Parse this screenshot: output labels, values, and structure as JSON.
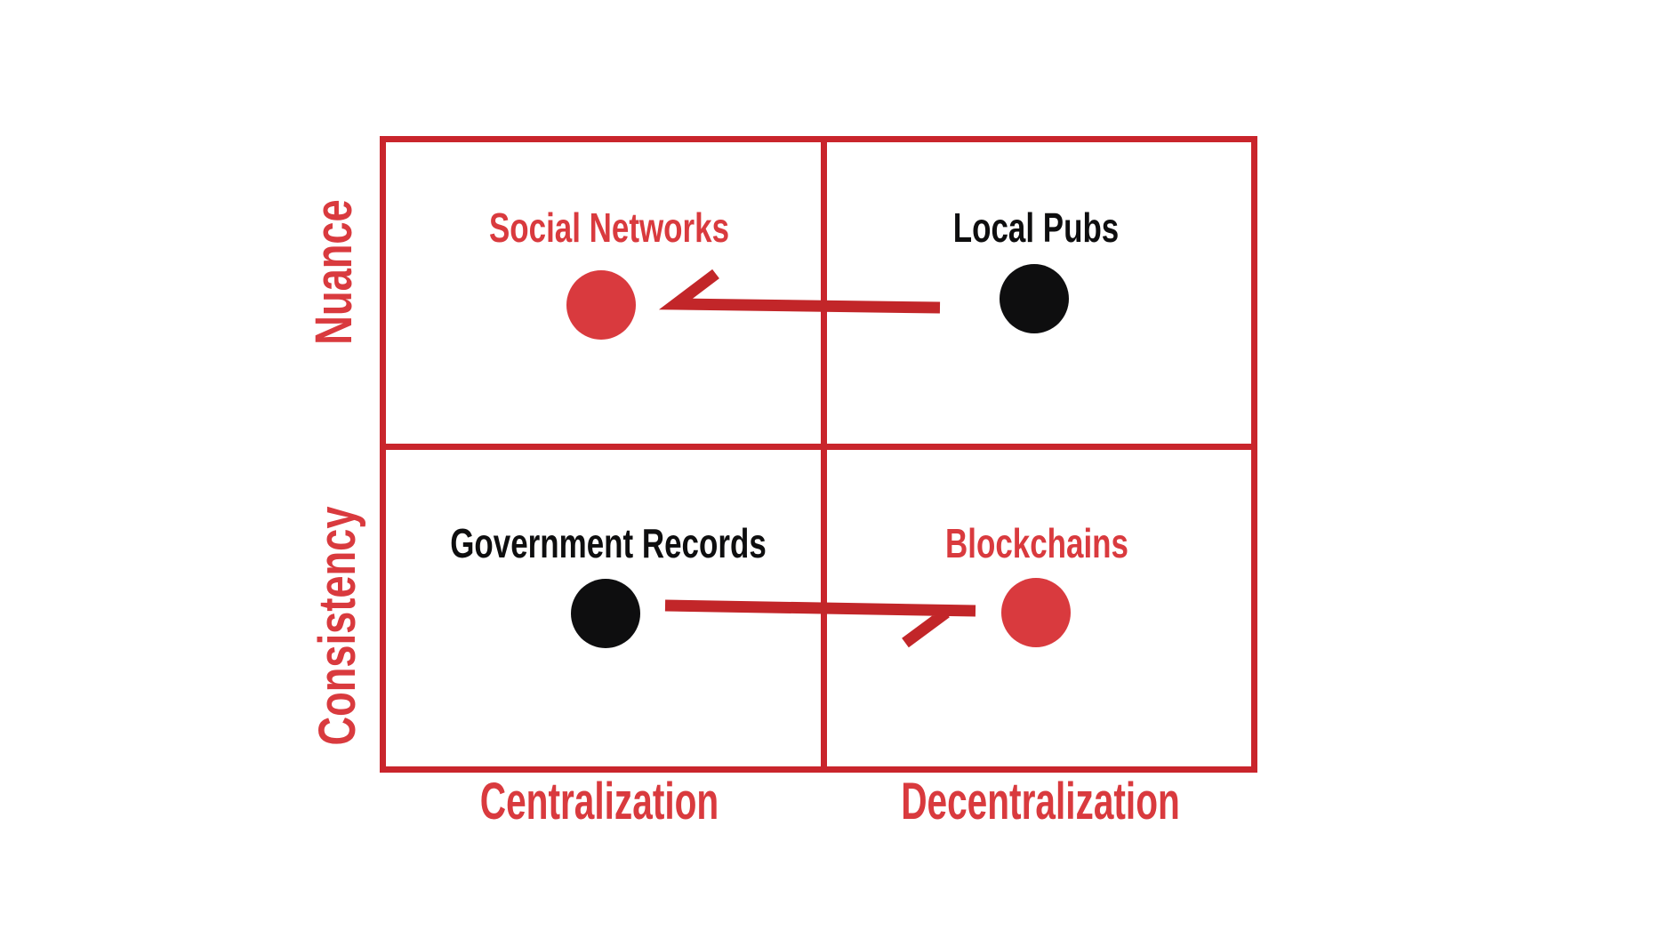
{
  "diagram_type": "2x2 quadrant matrix",
  "axes": {
    "y_top_label": "Nuance",
    "y_bottom_label": "Consistency",
    "x_left_label": "Centralization",
    "x_right_label": "Decentralization"
  },
  "quadrants": [
    {
      "name": "top-left",
      "row": "Nuance",
      "column": "Centralization",
      "label": "Social Networks",
      "emphasis": "red"
    },
    {
      "name": "top-right",
      "row": "Nuance",
      "column": "Decentralization",
      "label": "Local Pubs",
      "emphasis": "black"
    },
    {
      "name": "bottom-left",
      "row": "Consistency",
      "column": "Centralization",
      "label": "Government Records",
      "emphasis": "black"
    },
    {
      "name": "bottom-right",
      "row": "Consistency",
      "column": "Decentralization",
      "label": "Blockchains",
      "emphasis": "red"
    }
  ],
  "arrows": [
    {
      "from": "Local Pubs",
      "to": "Social Networks",
      "direction": "left"
    },
    {
      "from": "Government Records",
      "to": "Blockchains",
      "direction": "right"
    }
  ],
  "colors": {
    "red": "#D93A3E",
    "border_red": "#C9252C",
    "arrow_red": "#C22629",
    "black": "#0E0E0F",
    "background": "#FFFFFF"
  }
}
